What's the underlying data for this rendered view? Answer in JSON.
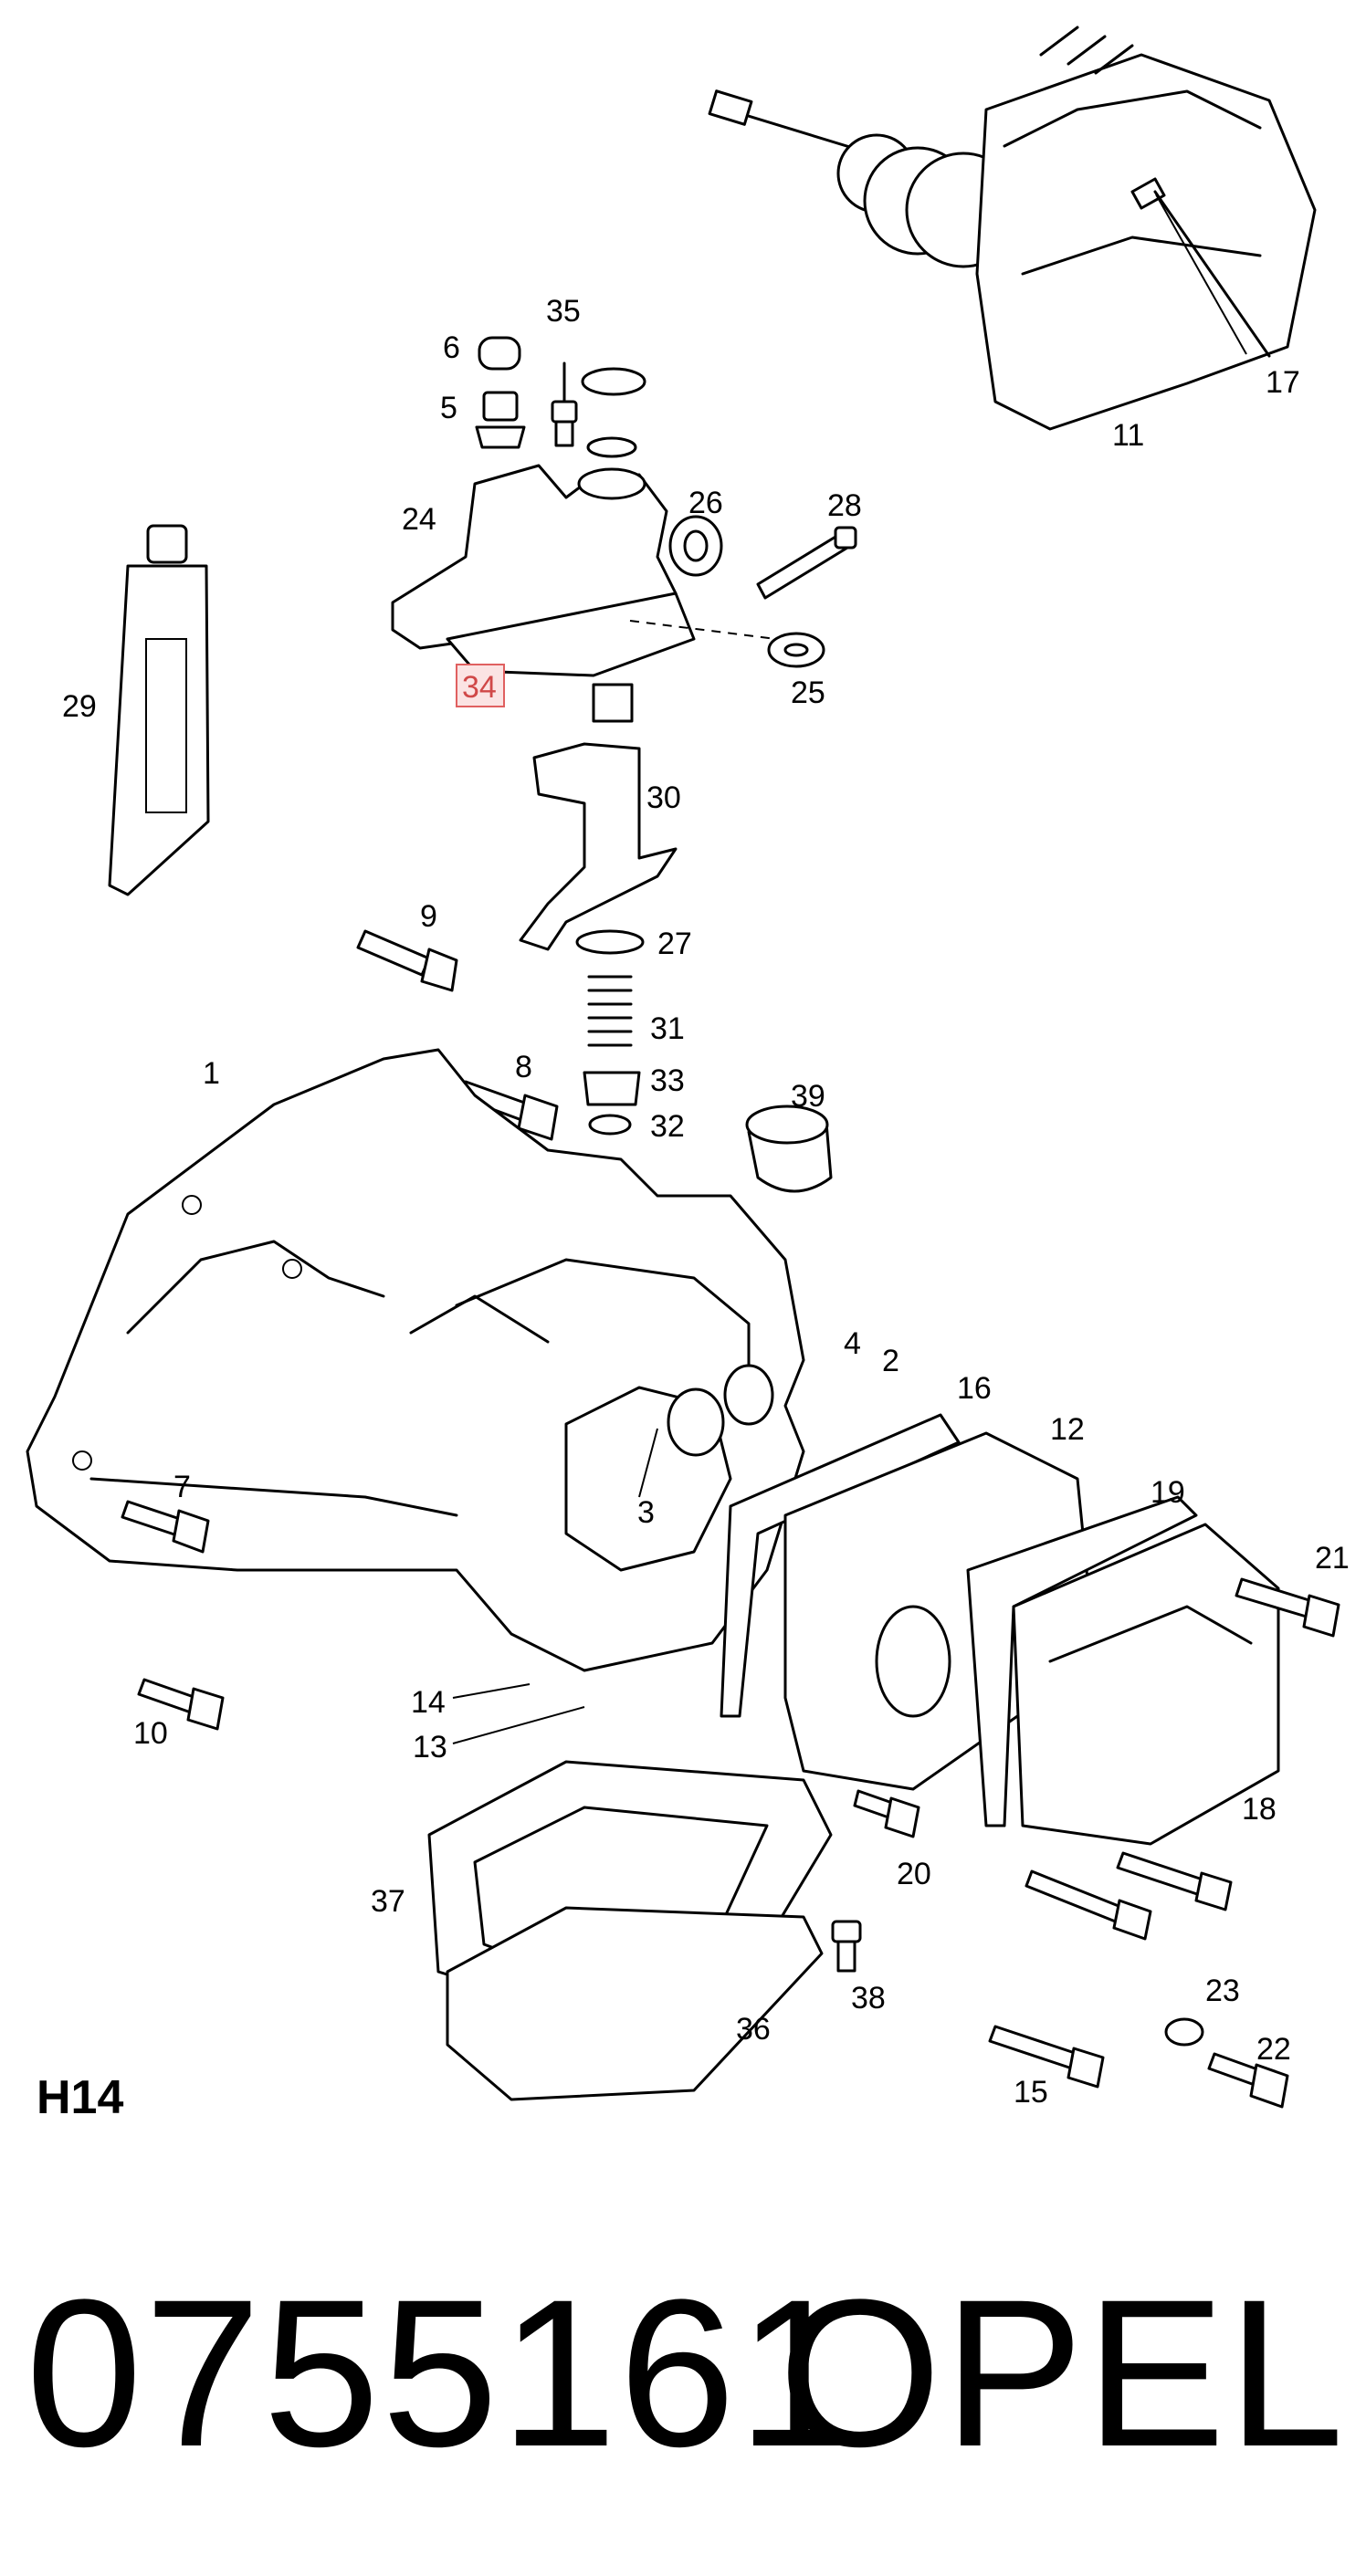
{
  "diagram": {
    "highlighted_callout": "34",
    "callouts": [
      "1",
      "2",
      "3",
      "4",
      "5",
      "6",
      "7",
      "8",
      "9",
      "10",
      "11",
      "12",
      "13",
      "14",
      "15",
      "16",
      "17",
      "18",
      "19",
      "20",
      "21",
      "22",
      "23",
      "24",
      "25",
      "26",
      "27",
      "28",
      "29",
      "30",
      "31",
      "32",
      "33",
      "34",
      "35",
      "36",
      "37",
      "38",
      "39"
    ]
  },
  "group_code": "H14",
  "part_number": "0755161",
  "brand": "OPEL",
  "colors": {
    "highlight_fill": "#fbe3e3",
    "highlight_stroke": "#e06060",
    "line": "#000000"
  }
}
